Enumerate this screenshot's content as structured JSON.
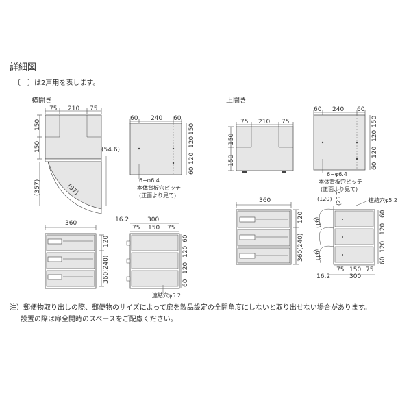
{
  "heading": "詳細図",
  "bracket_note": "〔　〕は2戸用を表します。",
  "footnote_line1": "注）郵便物取り出しの際、郵便物のサイズによって扉を製品設定の全開角度にしないと取り出せない場合があります。",
  "footnote_line2": "設置の際は扉全開時のスペースをご配慮ください。",
  "left_variant": {
    "label": "横開き",
    "front_top_dims": [
      "75",
      "210",
      "75"
    ],
    "front_side_dims": [
      "150",
      "150"
    ],
    "door_dims": [
      "(54.6)",
      "(357)",
      "(97)"
    ],
    "back_top_dims": [
      "60",
      "240",
      "60"
    ],
    "back_side_dims": [
      "150",
      "120",
      "120",
      "60"
    ],
    "hole_callout": "6−φ6.4",
    "hole_note_1": "本体背板穴ピッチ",
    "hole_note_2": "(正面より見て)",
    "unit_width": "360",
    "unit_side_dims": [
      "120",
      "360(240)"
    ],
    "side_depth_dims": [
      "16.2",
      "300"
    ],
    "side_inner_dims": [
      "75",
      "150",
      "75"
    ],
    "side_vert_dims": [
      "60",
      "120",
      "120",
      "60"
    ],
    "connector_hole": "連結穴φ5.2"
  },
  "top_variant": {
    "label": "上開き",
    "front_top_dims": [
      "75",
      "210",
      "75"
    ],
    "front_side_dims": [
      "150",
      "150"
    ],
    "back_top_dims": [
      "60",
      "240",
      "60"
    ],
    "back_side_dims": [
      "150",
      "120",
      "120",
      "60"
    ],
    "hole_callout": "6−φ6.4",
    "hole_note_1": "本体背板穴ピッチ",
    "hole_note_2": "(正面より見て)",
    "unit_width": "360",
    "unit_side_dims": [
      "120",
      "360(240)"
    ],
    "door_dims": [
      "(120)",
      "(25.7)",
      "(97)",
      "(97)"
    ],
    "connector_hole": "連結穴φ5.2",
    "side_vert_dims": [
      "60",
      "120",
      "120",
      "60"
    ],
    "side_inner_dims": [
      "75",
      "150",
      "75"
    ],
    "side_depth_dims": [
      "16.2",
      "300"
    ]
  },
  "colors": {
    "panel_fill": "#e6e6e6",
    "line": "#444444",
    "dark": "#333333"
  }
}
